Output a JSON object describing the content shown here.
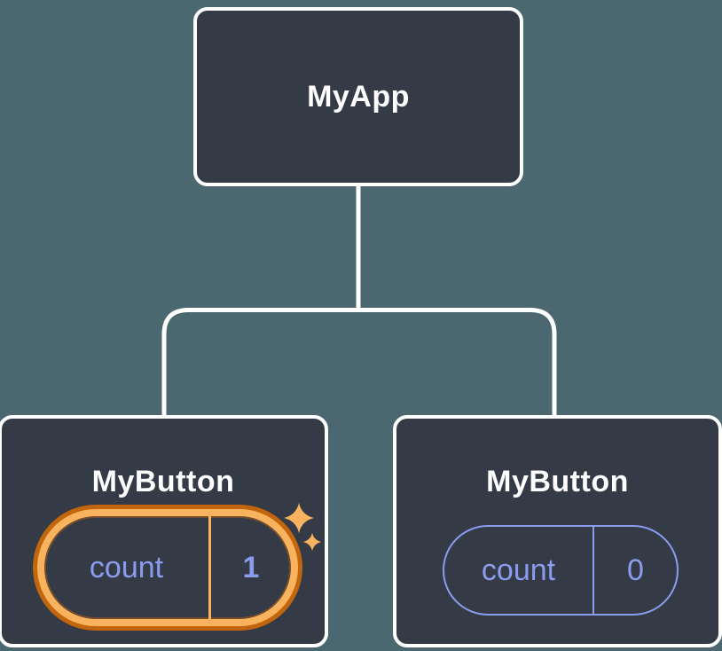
{
  "colors": {
    "background": "#4B6770",
    "node_fill": "#343A46",
    "node_border": "#FFFFFF",
    "connector": "#FFFFFF",
    "label_text": "#FFFFFF",
    "state_purple": "#8B9CEF",
    "highlight_orange_light": "#F9B35F",
    "highlight_orange_dark": "#C2660E"
  },
  "icons": {
    "sparkles": "sparkles-icon"
  },
  "tree": {
    "root": {
      "label": "MyApp"
    },
    "children": [
      {
        "label": "MyButton",
        "state": {
          "key": "count",
          "value": "1"
        },
        "highlighted": true
      },
      {
        "label": "MyButton",
        "state": {
          "key": "count",
          "value": "0"
        },
        "highlighted": false
      }
    ]
  }
}
